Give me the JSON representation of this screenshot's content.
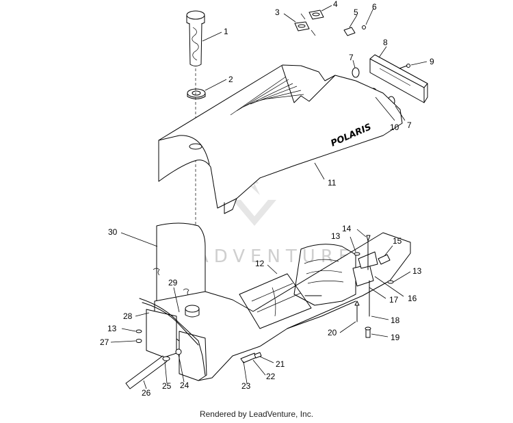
{
  "watermark": "LEADVENTURE",
  "brand_label": "POLARIS",
  "footer": "Rendered by LeadVenture, Inc.",
  "callouts": {
    "c1": "1",
    "c2": "2",
    "c3": "3",
    "c4": "4",
    "c5": "5",
    "c6": "6",
    "c7a": "7",
    "c7b": "7",
    "c8": "8",
    "c9": "9",
    "c10": "10",
    "c11": "11",
    "c12": "12",
    "c13a": "13",
    "c13b": "13",
    "c13c": "13",
    "c14": "14",
    "c15": "15",
    "c16": "16",
    "c17": "17",
    "c18": "18",
    "c19": "19",
    "c20": "20",
    "c21": "21",
    "c22": "22",
    "c23": "23",
    "c24": "24",
    "c25": "25",
    "c26": "26",
    "c27": "27",
    "c28": "28",
    "c29": "29",
    "c30": "30"
  }
}
